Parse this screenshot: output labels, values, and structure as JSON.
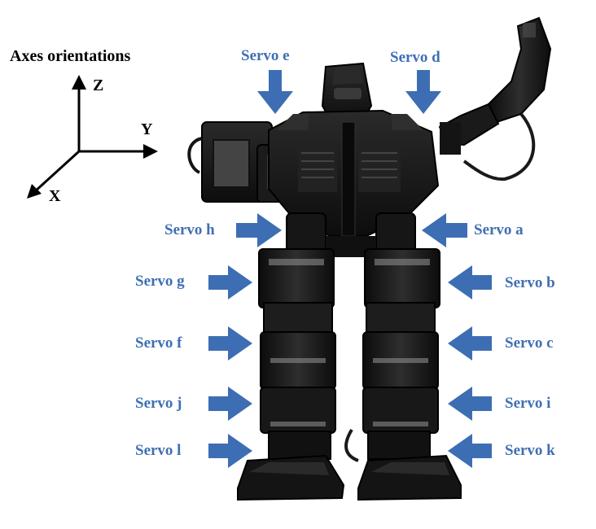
{
  "axes": {
    "title": "Axes orientations",
    "z_label": "Z",
    "y_label": "Y",
    "x_label": "X"
  },
  "colors": {
    "label_blue": "#3f6fb3",
    "arrow_blue": "#3d6eb4",
    "robot_dark": "#111111",
    "robot_mid": "#2c2c2c",
    "robot_highlight": "#8a8a8a"
  },
  "servos": {
    "e": "Servo e",
    "d": "Servo d",
    "h": "Servo h",
    "a": "Servo a",
    "g": "Servo g",
    "b": "Servo b",
    "f": "Servo f",
    "c": "Servo c",
    "j": "Servo j",
    "i": "Servo i",
    "l": "Servo l",
    "k": "Servo k"
  }
}
